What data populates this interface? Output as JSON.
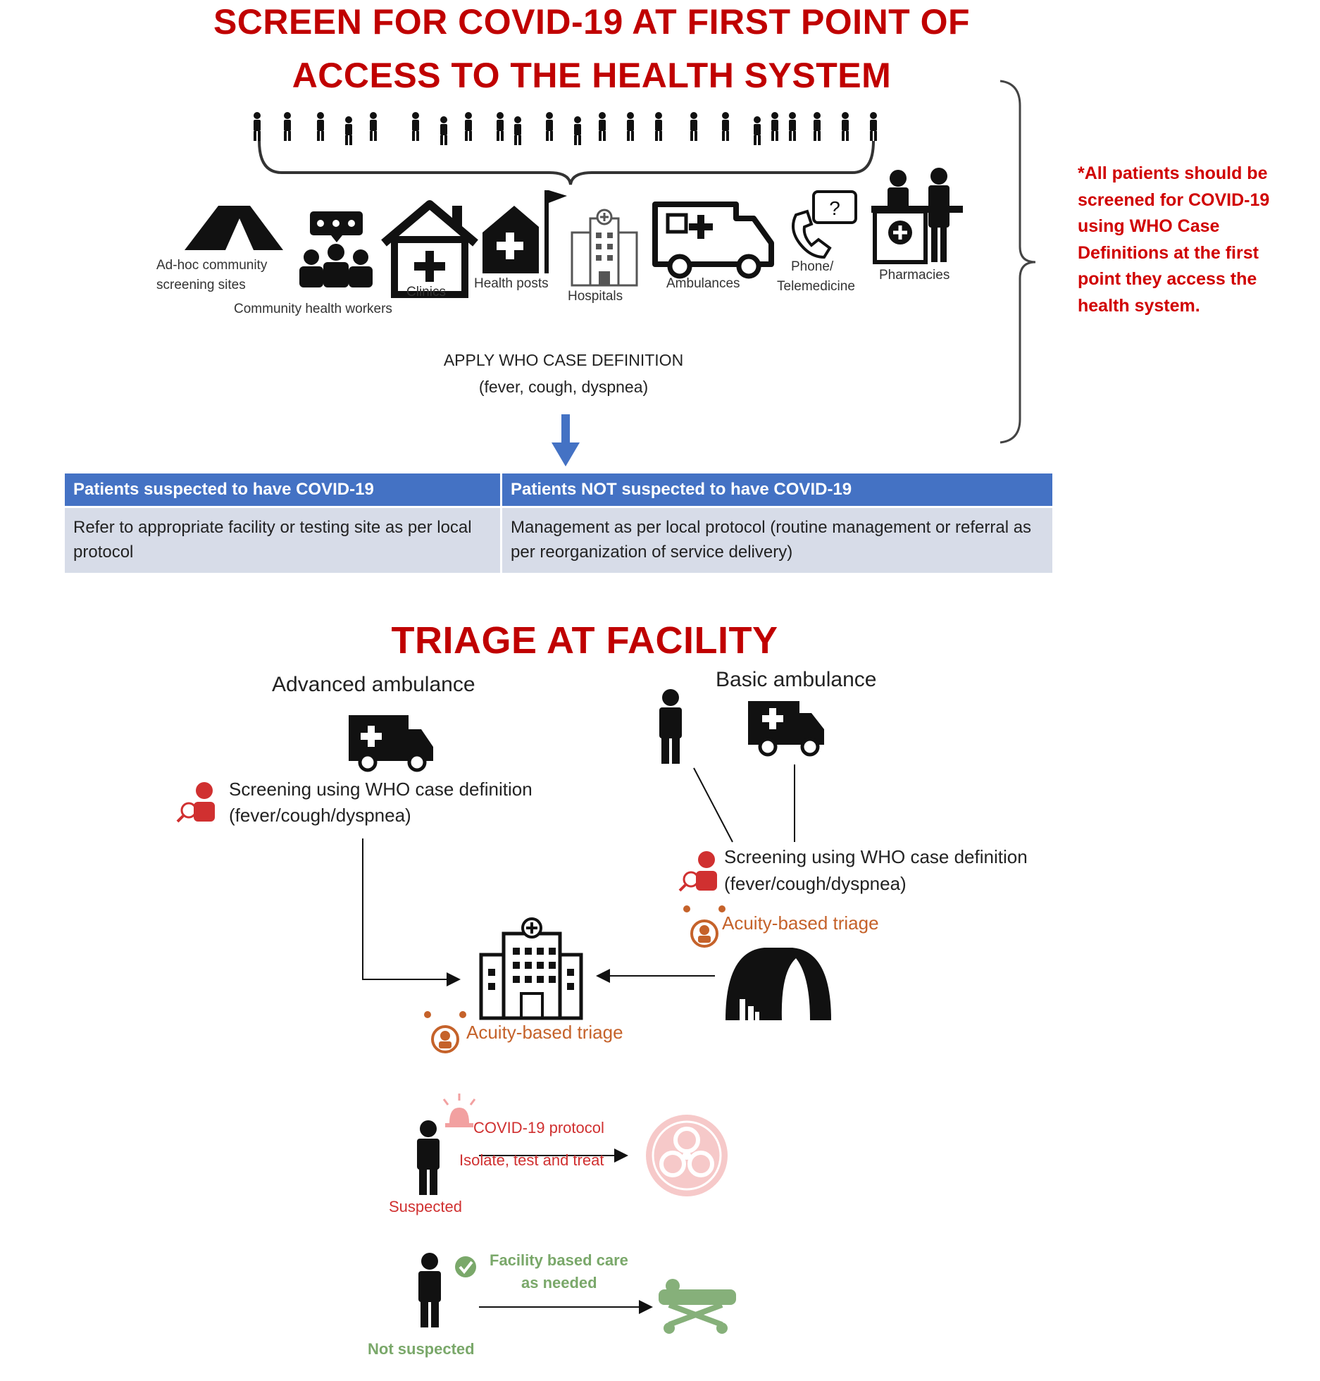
{
  "screen_section": {
    "title_line1": "SCREEN FOR COVID-19 AT FIRST POINT OF",
    "title_line2": "ACCESS TO THE HEALTH SYSTEM",
    "access_points": {
      "adhoc_line1": "Ad-hoc community",
      "adhoc_line2": "screening sites",
      "chw": "Community health workers",
      "clinics": "Clinics",
      "health_posts": "Health posts",
      "hospitals": "Hospitals",
      "ambulances": "Ambulances",
      "phone_line1": "Phone/",
      "phone_line2": "Telemedicine",
      "pharmacies": "Pharmacies"
    },
    "apply_line1": "APPLY WHO CASE DEFINITION",
    "apply_line2": "(fever, cough, dyspnea)",
    "note": "*All patients should be screened for COVID-19 using WHO Case Definitions at the first point they access the health system.",
    "table": {
      "col1_header": "Patients suspected to have COVID-19",
      "col2_header": "Patients NOT suspected to have COVID-19",
      "col1_body": "Refer to appropriate facility or testing site as per local protocol",
      "col2_body": "Management as per local protocol (routine management or referral as per reorganization of service delivery)"
    }
  },
  "triage_section": {
    "title": "TRIAGE AT FACILITY",
    "advanced_ambulance": "Advanced ambulance",
    "basic_ambulance": "Basic ambulance",
    "screening_line1": "Screening using WHO case definition",
    "screening_line2": "(fever/cough/dyspnea)",
    "acuity": "Acuity-based triage",
    "covid_protocol": "COVID-19 protocol",
    "isolate": "Isolate, test and treat",
    "suspected": "Suspected",
    "facility_care_line1": "Facility based care",
    "facility_care_line2": "as needed",
    "not_suspected": "Not suspected"
  },
  "colors": {
    "title_red": "#c00000",
    "note_red": "#d00000",
    "table_header_blue": "#4472c4",
    "table_body": "#d7dce8",
    "arrow_blue": "#4472c4",
    "acuity_orange": "#c5622a",
    "suspected_red": "#d03030",
    "not_suspected_green": "#7aa86a"
  }
}
